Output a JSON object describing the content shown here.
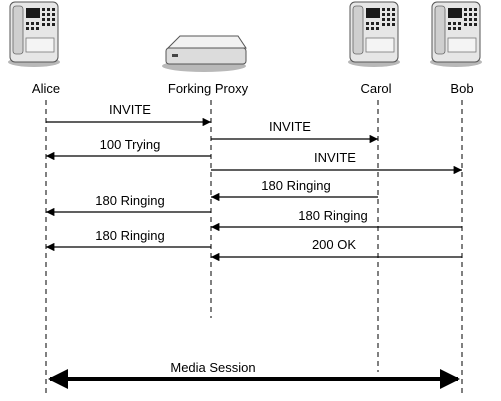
{
  "participants": {
    "alice": {
      "label": "Alice",
      "icon": "ip-phone-icon"
    },
    "proxy": {
      "label": "Forking Proxy",
      "icon": "server-box-icon"
    },
    "carol": {
      "label": "Carol",
      "icon": "ip-phone-icon"
    },
    "bob": {
      "label": "Bob",
      "icon": "ip-phone-icon"
    }
  },
  "messages": [
    {
      "from": "alice",
      "to": "proxy",
      "label": "INVITE"
    },
    {
      "from": "proxy",
      "to": "carol",
      "label": "INVITE"
    },
    {
      "from": "proxy",
      "to": "alice",
      "label": "100 Trying"
    },
    {
      "from": "proxy",
      "to": "bob",
      "label": "INVITE"
    },
    {
      "from": "carol",
      "to": "proxy",
      "label": "180 Ringing"
    },
    {
      "from": "proxy",
      "to": "alice",
      "label": "180 Ringing"
    },
    {
      "from": "bob",
      "to": "proxy",
      "label": "180 Ringing"
    },
    {
      "from": "proxy",
      "to": "alice",
      "label": "180 Ringing"
    },
    {
      "from": "bob",
      "to": "proxy",
      "label": "200 OK"
    }
  ],
  "media_session": {
    "label": "Media Session",
    "from": "alice",
    "to": "bob"
  },
  "colors": {
    "line": "#000000",
    "phone_body": "#e6e6e6",
    "phone_shadow": "#8a8a8a",
    "screen": "#1a1a1a"
  }
}
